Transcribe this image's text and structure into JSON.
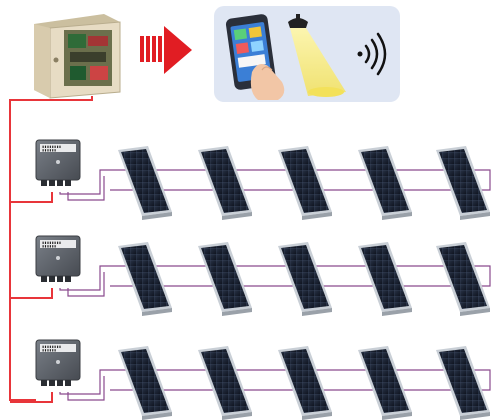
{
  "colors": {
    "power_line": "#e8353a",
    "signal_line": "#8a4a8e",
    "panel_frame": "#c9cfd6",
    "panel_cell": "#1a2233",
    "junction_box": "#5a5f66",
    "controller_box": "#e7dcc4",
    "arrow": "#e11d23",
    "app_card": "#dfe6f3",
    "light_beam": "#f3e15a"
  },
  "icons": {
    "controller": "control-cabinet-icon",
    "arrow": "striped-right-arrow-icon",
    "phone": "smartphone-app-icon",
    "hand": "hand-icon",
    "lamp": "street-lamp-icon",
    "wireless": "wireless-signal-icon",
    "junction_box": "junction-box-icon",
    "panel": "solar-panel-icon"
  },
  "diagram": {
    "rows": [
      {
        "id": "row-1",
        "junction_box": {
          "label_lines": [
            "▮▮▮▮▮▮▮▮",
            "▮▮▮▮▮▮"
          ]
        },
        "panel_count": 5
      },
      {
        "id": "row-2",
        "junction_box": {
          "label_lines": [
            "▮▮▮▮▮▮▮▮",
            "▮▮▮▮▮▮"
          ]
        },
        "panel_count": 5
      },
      {
        "id": "row-3",
        "junction_box": {
          "label_lines": [
            "▮▮▮▮▮▮▮▮",
            "▮▮▮▮▮▮"
          ]
        },
        "panel_count": 5
      }
    ]
  }
}
